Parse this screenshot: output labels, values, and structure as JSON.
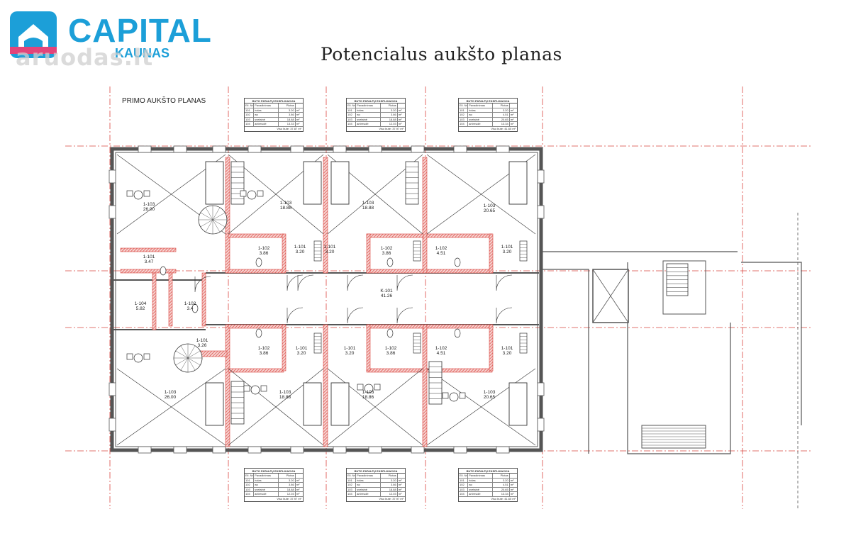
{
  "logo": {
    "name": "CAPITAL",
    "sub": "KAUNAS",
    "house_color": "#1c9fd8",
    "accent_color": "#e2457a"
  },
  "watermark": "aruodas.lt",
  "title": "Potencialus aukšto planas",
  "floor_label": "PRIMO AUKŠTO  PLANAS",
  "table": {
    "title": "BUTO PATALPŲ EKSPLIKACIJA",
    "headers": [
      "Eil. Nr.",
      "Pavadinimas",
      "Plotas",
      ""
    ],
    "total_label": "Viso bute:"
  },
  "tables": [
    {
      "rows": [
        [
          "101",
          "holas",
          "3.20",
          "m²"
        ],
        [
          "102",
          "wc",
          "3.86",
          "m²"
        ],
        [
          "103",
          "svetainė",
          "18.88",
          "m²"
        ],
        [
          "104",
          "antresolė",
          "13.33",
          "m²"
        ]
      ],
      "total": "37.87"
    },
    {
      "rows": [
        [
          "101",
          "holas",
          "3.20",
          "m²"
        ],
        [
          "102",
          "wc",
          "3.86",
          "m²"
        ],
        [
          "103",
          "svetainė",
          "18.88",
          "m²"
        ],
        [
          "104",
          "antresolė",
          "12.03",
          "m²"
        ]
      ],
      "total": "37.97"
    },
    {
      "rows": [
        [
          "101",
          "holas",
          "3.20",
          "m²"
        ],
        [
          "102",
          "wc",
          "4.51",
          "m²"
        ],
        [
          "103",
          "svetainė",
          "20.65",
          "m²"
        ],
        [
          "104",
          "antresolė",
          "13.34",
          "m²"
        ]
      ],
      "total": "41.60"
    },
    {
      "rows": [
        [
          "101",
          "holas",
          "3.20",
          "m²"
        ],
        [
          "102",
          "wc",
          "3.86",
          "m²"
        ],
        [
          "103",
          "svetainė",
          "18.88",
          "m²"
        ],
        [
          "104",
          "antresolė",
          "12.03",
          "m²"
        ]
      ],
      "total": "37.97"
    },
    {
      "rows": [
        [
          "101",
          "holas",
          "3.20",
          "m²"
        ],
        [
          "102",
          "wc",
          "3.86",
          "m²"
        ],
        [
          "103",
          "svetainė",
          "18.88",
          "m²"
        ],
        [
          "104",
          "antresolė",
          "12.03",
          "m²"
        ]
      ],
      "total": "37.97"
    },
    {
      "rows": [
        [
          "101",
          "holas",
          "3.20",
          "m²"
        ],
        [
          "102",
          "wc",
          "4.51",
          "m²"
        ],
        [
          "103",
          "svetainė",
          "20.65",
          "m²"
        ],
        [
          "104",
          "antresolė",
          "13.34",
          "m²"
        ]
      ],
      "total": "41.60"
    }
  ],
  "rooms": [
    {
      "code": "1-103",
      "area": "26.00"
    },
    {
      "code": "1-103",
      "area": "18.88"
    },
    {
      "code": "1-103",
      "area": "18.88"
    },
    {
      "code": "1-103",
      "area": "20.65"
    },
    {
      "code": "1-101",
      "area": "3.47"
    },
    {
      "code": "1-102",
      "area": "3.86"
    },
    {
      "code": "1-101",
      "area": "3.20"
    },
    {
      "code": "1-101",
      "area": "3.20"
    },
    {
      "code": "1-102",
      "area": "3.86"
    },
    {
      "code": "1-102",
      "area": "4.51"
    },
    {
      "code": "1-101",
      "area": "3.20"
    },
    {
      "code": "1-104",
      "area": "5.82"
    },
    {
      "code": "1-102",
      "area": "3.4"
    },
    {
      "code": "K-101",
      "area": "41.26"
    },
    {
      "code": "1-101",
      "area": "3.26"
    },
    {
      "code": "1-102",
      "area": "3.86"
    },
    {
      "code": "1-101",
      "area": "3.20"
    },
    {
      "code": "1-101",
      "area": "3.20"
    },
    {
      "code": "1-102",
      "area": "3.86"
    },
    {
      "code": "1-102",
      "area": "4.51"
    },
    {
      "code": "1-101",
      "area": "3.20"
    },
    {
      "code": "1-103",
      "area": "26.00"
    },
    {
      "code": "1-103",
      "area": "18.88"
    },
    {
      "code": "1-103",
      "area": "18.86"
    },
    {
      "code": "1-103",
      "area": "20.65"
    }
  ],
  "colors": {
    "grid": "#d9453f",
    "wall": "#555555",
    "hatch": "#d9453f",
    "line": "#333333"
  }
}
